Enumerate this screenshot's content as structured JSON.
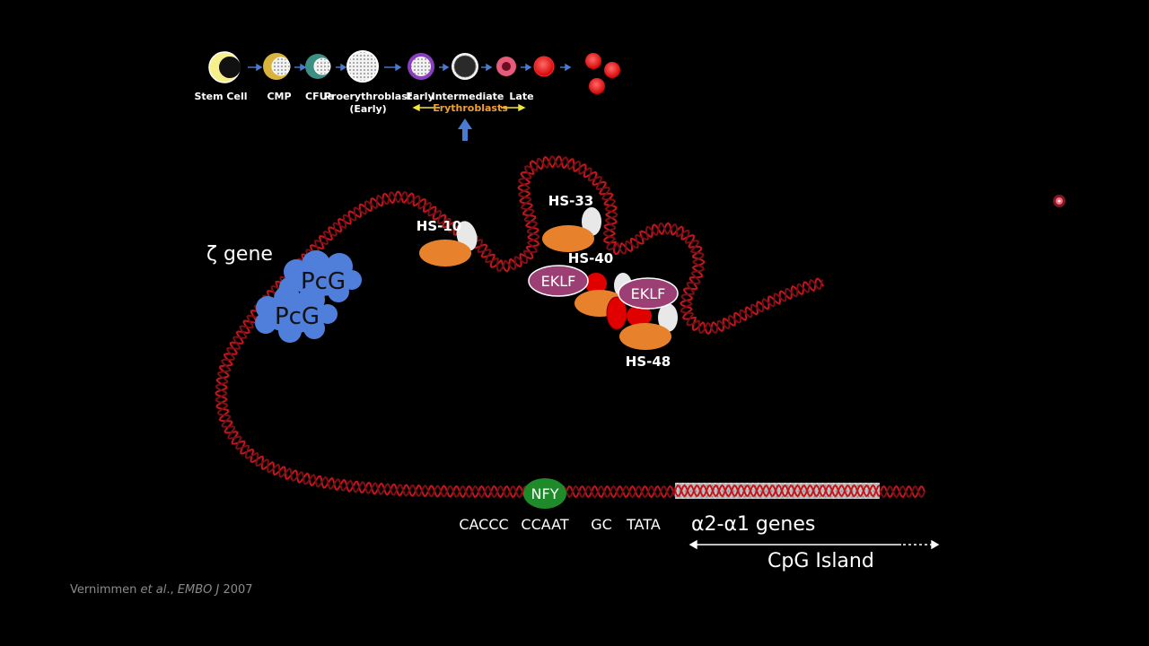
{
  "hematopoiesis": {
    "stages": [
      "Stem Cell",
      "CMP",
      "CFUe",
      "Proerythroblast",
      "(Early)",
      "Early",
      "Intermediate",
      "Late"
    ],
    "erythroblasts_label": "Erythroblasts"
  },
  "regulatory_elements": {
    "hs10": "HS-10",
    "hs33": "HS-33",
    "hs40": "HS-40",
    "hs48": "HS-48"
  },
  "proteins": {
    "eklf": "EKLF",
    "pcg": "PcG",
    "nfy": "NFY"
  },
  "genes": {
    "zeta": "ζ gene",
    "alpha": "α2-α1 genes",
    "cpg_island": "CpG Island"
  },
  "promoter_elements": [
    "CACCC",
    "CCAAT",
    "GC",
    "TATA"
  ],
  "citation": {
    "authors": "Vernimmen ",
    "etal": "et al",
    "sep": "., ",
    "journal": "EMBO J",
    "year": " 2007"
  },
  "colors": {
    "dna": "#c4151c",
    "orange": "#e8812c",
    "eklf": "#9c3f74",
    "pcg": "#4f7fdb",
    "nfy": "#1f8a2a",
    "arrow_blue": "#4a7bd0",
    "erythro_orange": "#f0a032"
  }
}
